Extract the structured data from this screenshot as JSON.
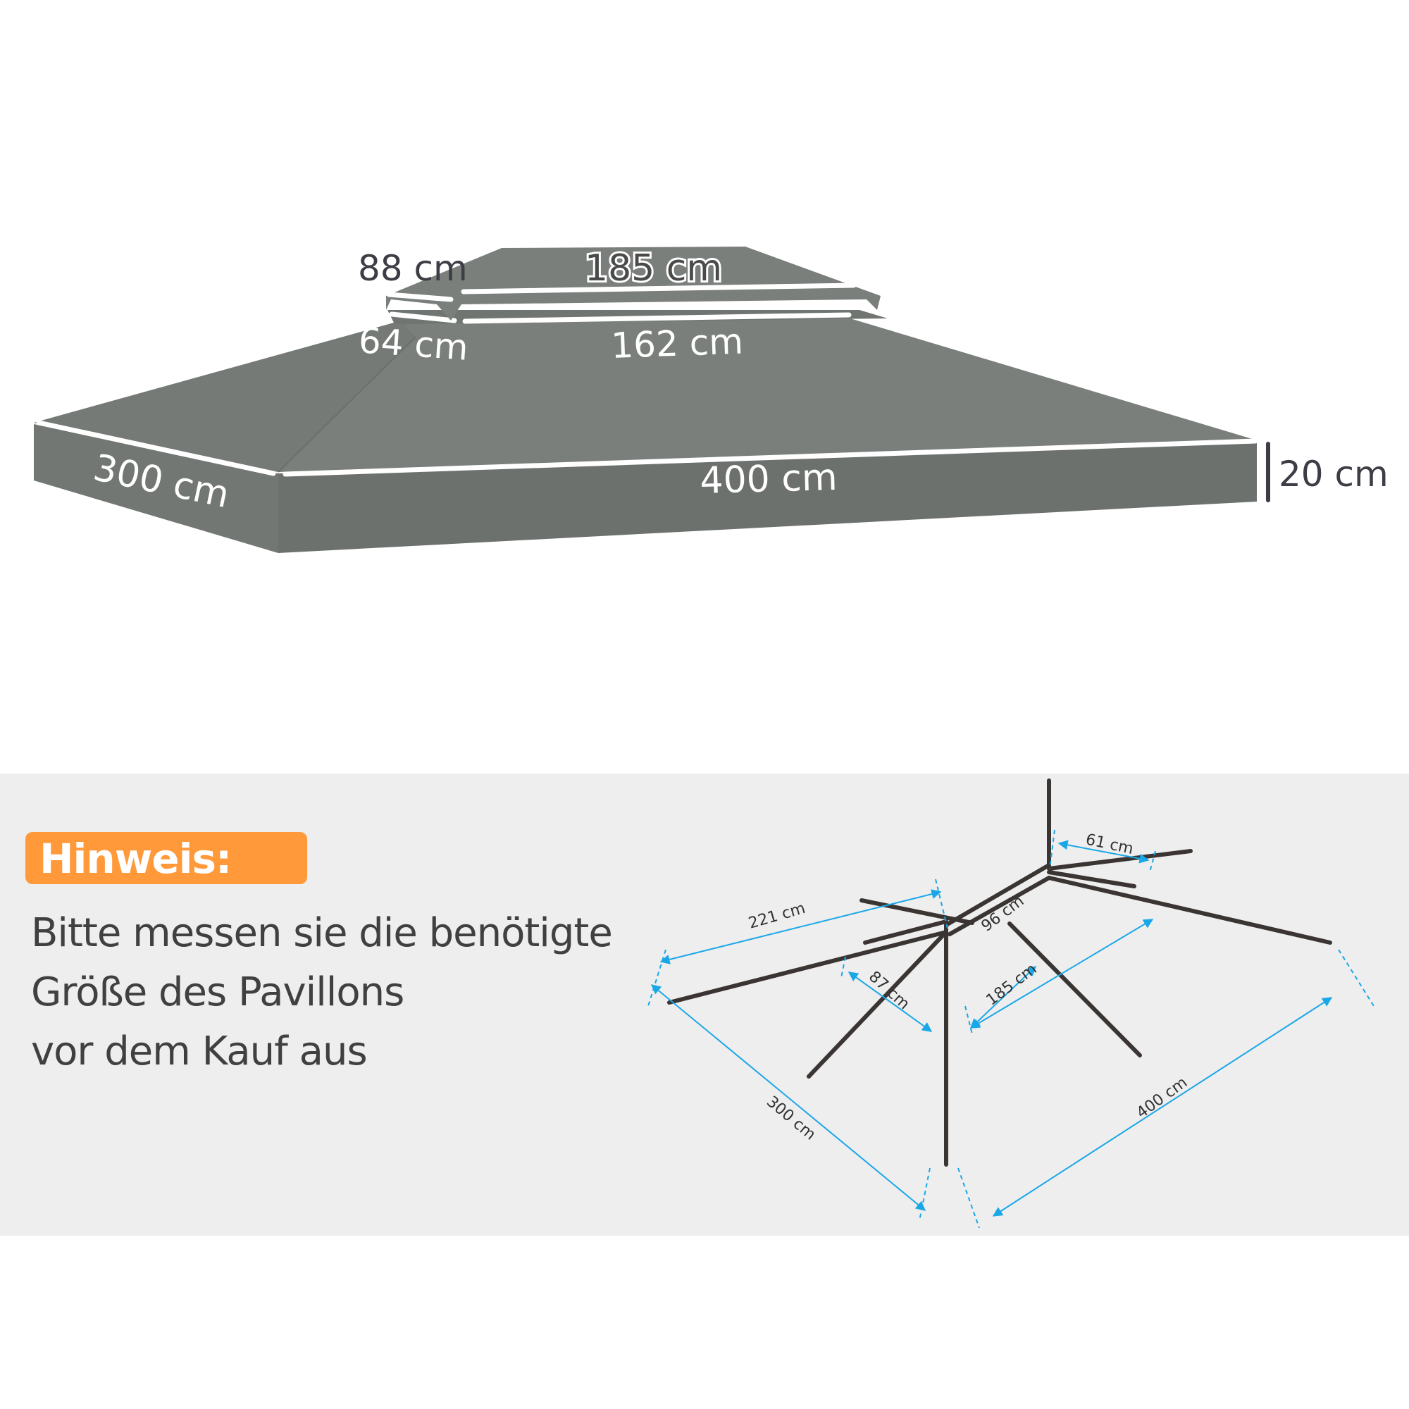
{
  "canopy": {
    "fabric_color": "#7a7f7b",
    "fabric_side_color": "#6d716d",
    "dimensions": {
      "top_roof_length": "185 cm",
      "top_roof_width": "88 cm",
      "vent_gap_length": "162 cm",
      "vent_gap_width": "64 cm",
      "main_length": "400 cm",
      "main_width": "300 cm",
      "valance_height": "20 cm"
    }
  },
  "hint": {
    "badge_label": "Hinweis:",
    "badge_color": "#ff993a",
    "lines": [
      "Bitte messen sie die benötigte",
      "Größe des Pavillons",
      "vor dem Kauf aus"
    ]
  },
  "frame": {
    "dimension_color": "#1aa7e8",
    "dimensions": {
      "top_bar": "61 cm",
      "upper_ridge": "96 cm",
      "side_rafter": "221 cm",
      "short_rafter": "87 cm",
      "ridge_length": "185 cm",
      "width": "300 cm",
      "length": "400 cm"
    }
  }
}
